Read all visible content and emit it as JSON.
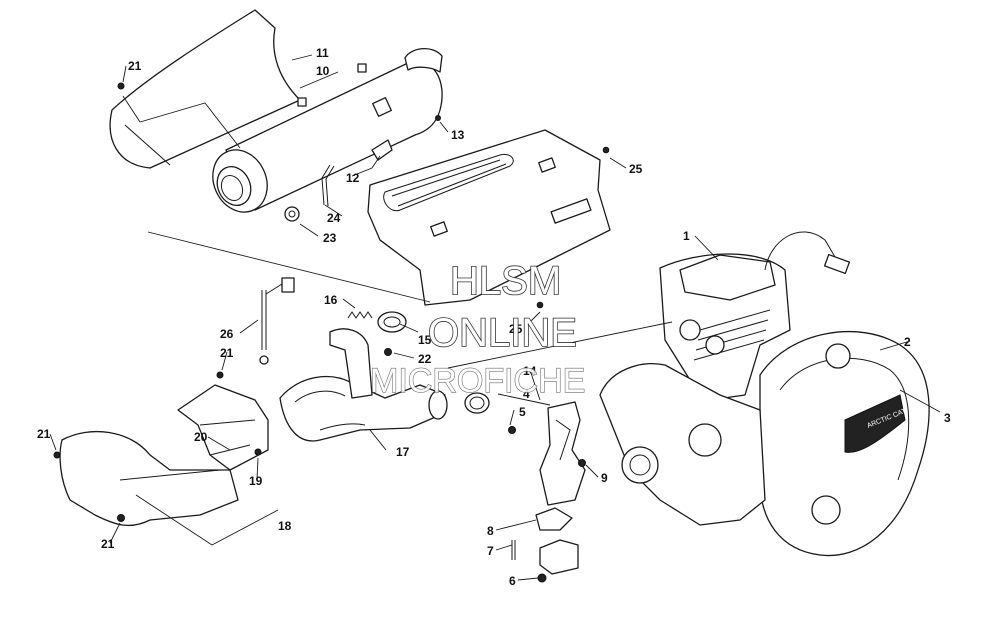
{
  "watermark": {
    "line1": "HLSM",
    "line2": "ONLINE",
    "line3": "MICROFICHE"
  },
  "callouts": [
    {
      "id": "c1",
      "label": "1"
    },
    {
      "id": "c2",
      "label": "2"
    },
    {
      "id": "c3",
      "label": "3"
    },
    {
      "id": "c4",
      "label": "4"
    },
    {
      "id": "c5",
      "label": "5"
    },
    {
      "id": "c6",
      "label": "6"
    },
    {
      "id": "c7",
      "label": "7"
    },
    {
      "id": "c8",
      "label": "8"
    },
    {
      "id": "c9",
      "label": "9"
    },
    {
      "id": "c10",
      "label": "10"
    },
    {
      "id": "c11",
      "label": "11"
    },
    {
      "id": "c12",
      "label": "12"
    },
    {
      "id": "c13",
      "label": "13"
    },
    {
      "id": "c14",
      "label": "14"
    },
    {
      "id": "c15",
      "label": "15"
    },
    {
      "id": "c16",
      "label": "16"
    },
    {
      "id": "c17",
      "label": "17"
    },
    {
      "id": "c18",
      "label": "18"
    },
    {
      "id": "c19",
      "label": "19"
    },
    {
      "id": "c20",
      "label": "20"
    },
    {
      "id": "c21a",
      "label": "21"
    },
    {
      "id": "c21b",
      "label": "21"
    },
    {
      "id": "c21c",
      "label": "21"
    },
    {
      "id": "c21d",
      "label": "21"
    },
    {
      "id": "c22",
      "label": "22"
    },
    {
      "id": "c23",
      "label": "23"
    },
    {
      "id": "c24",
      "label": "24"
    },
    {
      "id": "c25a",
      "label": "25"
    },
    {
      "id": "c25b",
      "label": "25"
    },
    {
      "id": "c26",
      "label": "26"
    }
  ],
  "cover_badge": {
    "text": "ARCTIC CAT"
  }
}
